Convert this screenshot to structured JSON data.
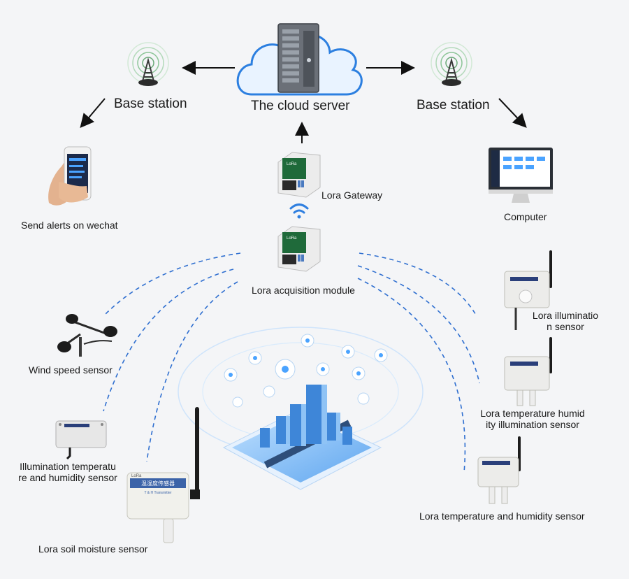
{
  "nodes": {
    "cloud": "The cloud server",
    "base_left": "Base station",
    "base_right": "Base station",
    "wechat": "Send alerts on wechat",
    "computer": "Computer",
    "gateway": "Lora Gateway",
    "acquisition": "Lora acquisition module",
    "wind": "Wind speed sensor",
    "illum_th_l1": "Illumination temperatu",
    "illum_th_l2": "re and humidity sensor",
    "soil": "Lora soil moisture sensor",
    "lora_illum_l1": "Lora illuminatio",
    "lora_illum_l2": "n sensor",
    "lora_thi_l1": "Lora temperature humid",
    "lora_thi_l2": "ity illumination sensor",
    "lora_th": "Lora temperature and humidity sensor"
  },
  "device_text": {
    "gateway_brand": "LoRa",
    "acq_brand": "LoRa",
    "soil_brand": "LoRa",
    "soil_title": "温湿度传感器",
    "soil_sub": "T & H Transmitter"
  },
  "colors": {
    "dashed_link": "#2f6fd0",
    "cloud_fill": "#e9f3ff",
    "cloud_stroke": "#2c7fe0",
    "arrow": "#111111"
  }
}
